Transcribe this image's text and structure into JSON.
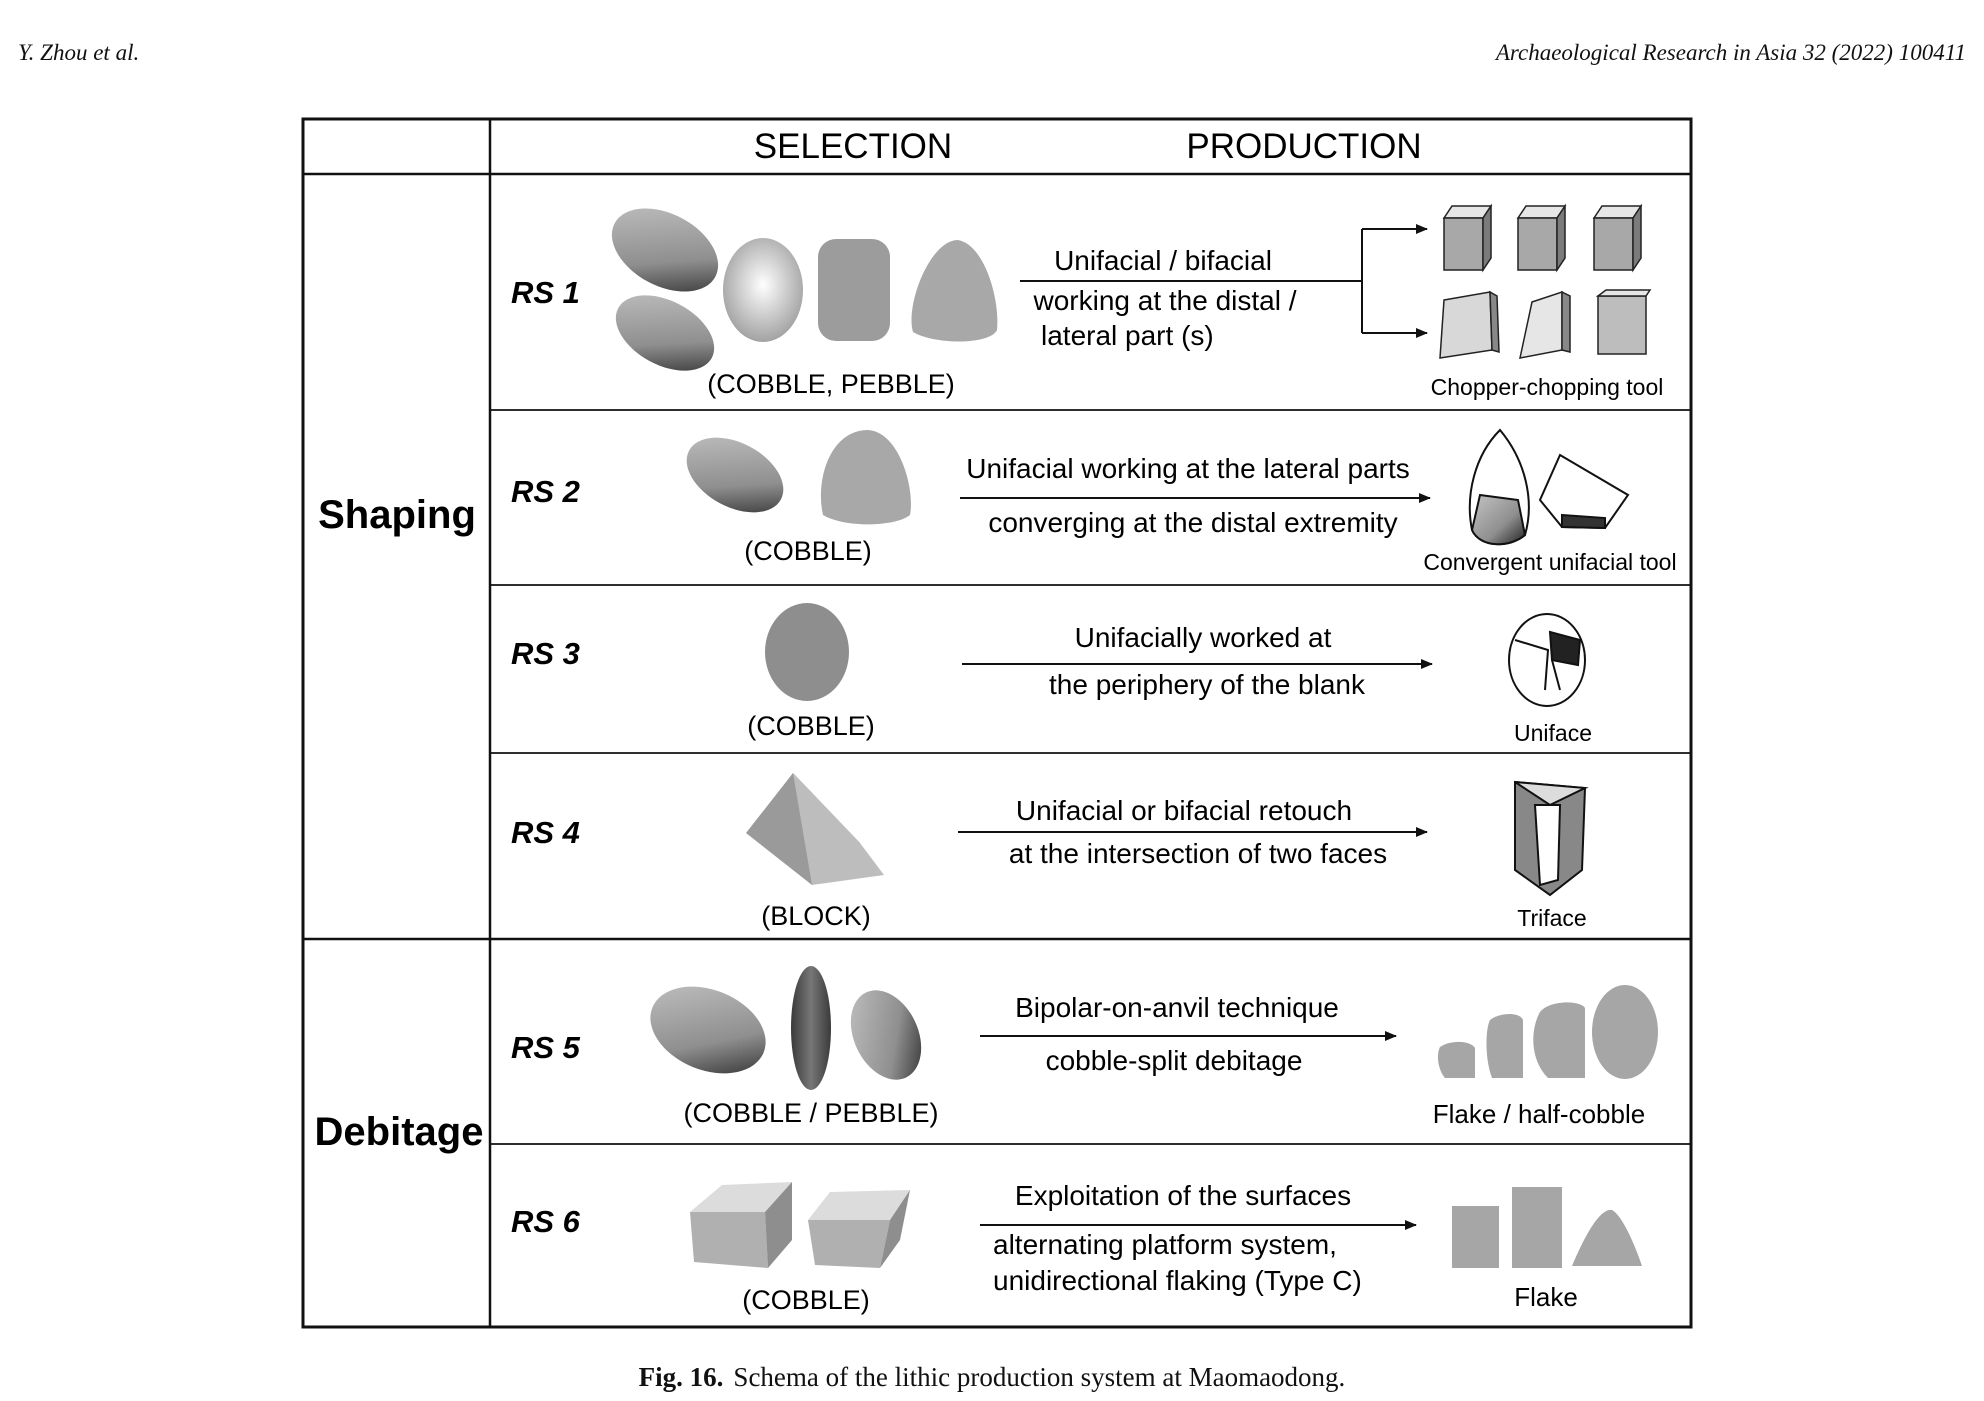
{
  "header": {
    "authors": "Y. Zhou et al.",
    "journal": "Archaeological Research in Asia 32 (2022) 100411"
  },
  "figure": {
    "col_headers": {
      "selection": "SELECTION",
      "production": "PRODUCTION"
    },
    "groups": {
      "shaping": "Shaping",
      "debitage": "Debitage"
    },
    "rows": [
      {
        "id": "RS 1",
        "material": "(COBBLE, PEBBLE)",
        "process": [
          "Unifacial / bifacial",
          "working at the distal /",
          "lateral part (s)"
        ],
        "product": "Chopper-chopping tool"
      },
      {
        "id": "RS 2",
        "material": "(COBBLE)",
        "process": [
          "Unifacial working at the lateral parts",
          "converging at the distal extremity"
        ],
        "product": "Convergent unifacial tool"
      },
      {
        "id": "RS 3",
        "material": "(COBBLE)",
        "process": [
          "Unifacially worked at",
          "the periphery of the blank"
        ],
        "product": "Uniface"
      },
      {
        "id": "RS 4",
        "material": "(BLOCK)",
        "process": [
          "Unifacial or bifacial retouch",
          "at the intersection of two faces"
        ],
        "product": "Triface"
      },
      {
        "id": "RS 5",
        "material": "(COBBLE / PEBBLE)",
        "process": [
          "Bipolar-on-anvil technique",
          "cobble-split debitage"
        ],
        "product": "Flake / half-cobble"
      },
      {
        "id": "RS 6",
        "material": "(COBBLE)",
        "process": [
          "Exploitation of the surfaces",
          "alternating platform system,",
          "unidirectional flaking (Type C)"
        ],
        "product": "Flake"
      }
    ]
  },
  "caption": {
    "label": "Fig. 16.",
    "text": "Schema of the lithic production system at Maomaodong."
  }
}
